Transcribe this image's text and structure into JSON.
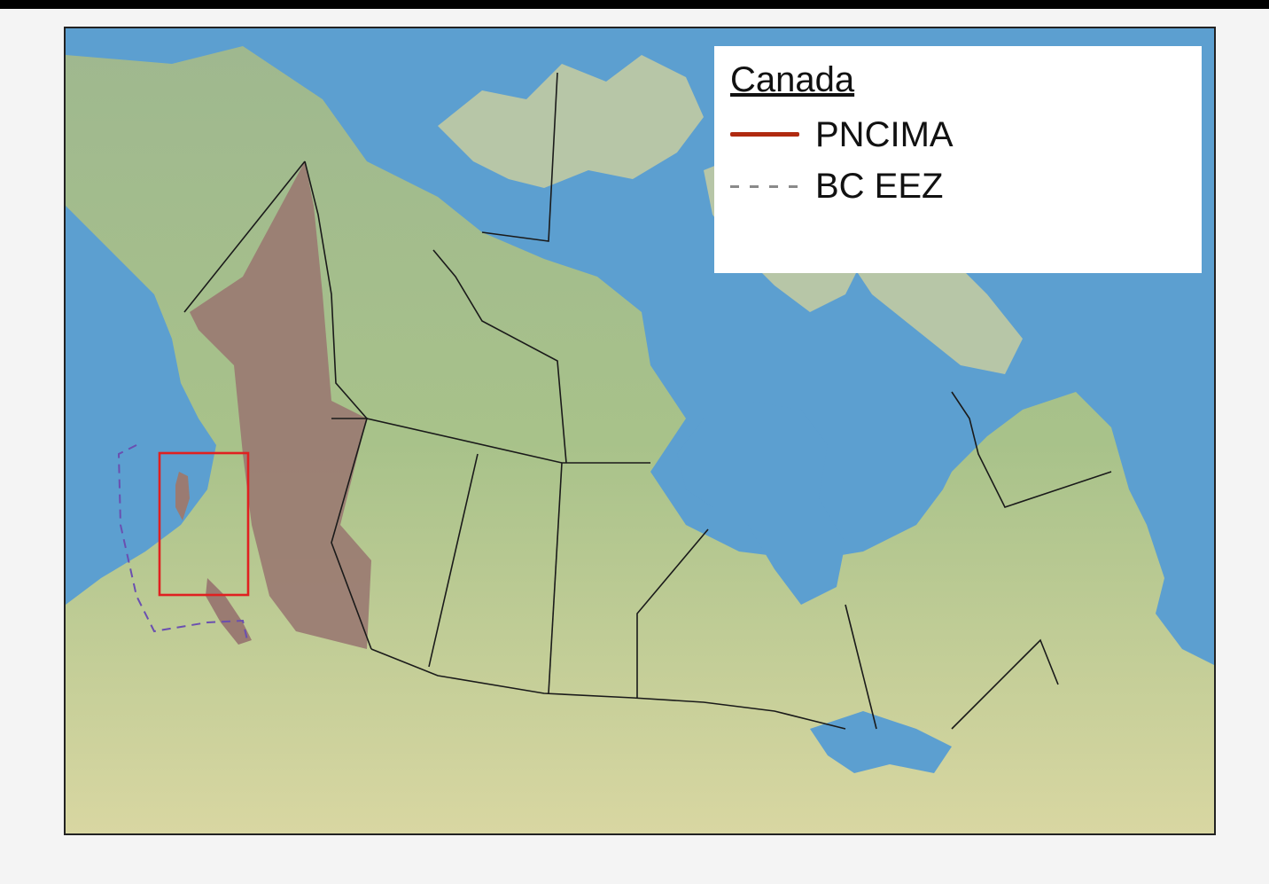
{
  "map": {
    "legend": {
      "title": "Canada",
      "items": [
        {
          "label": "PNCIMA",
          "style": "solid",
          "color": "#b02a10"
        },
        {
          "label": "BC EEZ",
          "style": "dashed",
          "color": "#8a8a8a"
        }
      ]
    },
    "colors": {
      "ocean": "#5c9fd0",
      "land": "#a9c48a",
      "bc_province": "#9a7b72",
      "pncima_box": "#e02020",
      "eez_line": "#6a4fb0",
      "boundaries": "#1a1a1a"
    }
  }
}
